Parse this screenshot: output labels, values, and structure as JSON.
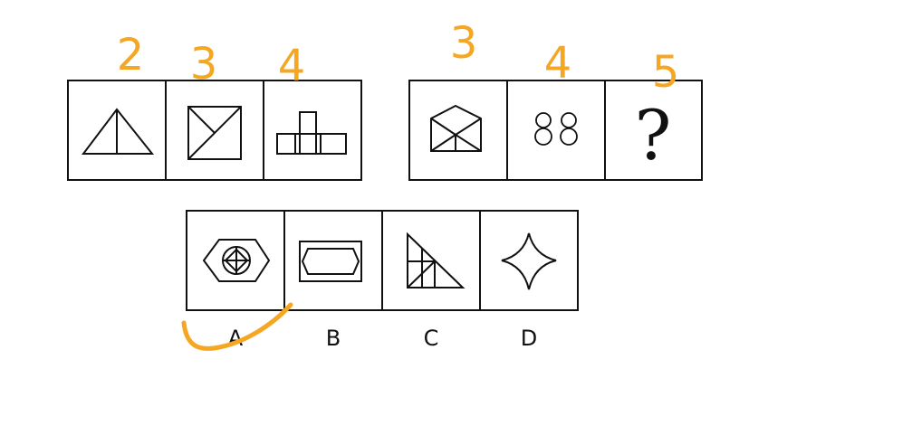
{
  "handwritten_annotations": {
    "color": "#f5a623",
    "group1_counts": [
      "2",
      "3",
      "4"
    ],
    "group2_counts": [
      "3",
      "4",
      "5"
    ],
    "selected_option": "A"
  },
  "question_mark": "?",
  "options": [
    {
      "label": "A",
      "icon": "hexagon-with-circle-cross-icon"
    },
    {
      "label": "B",
      "icon": "rectangle-with-beveled-inset-icon"
    },
    {
      "label": "C",
      "icon": "right-triangle-with-lines-icon"
    },
    {
      "label": "D",
      "icon": "four-point-star-icon"
    }
  ]
}
